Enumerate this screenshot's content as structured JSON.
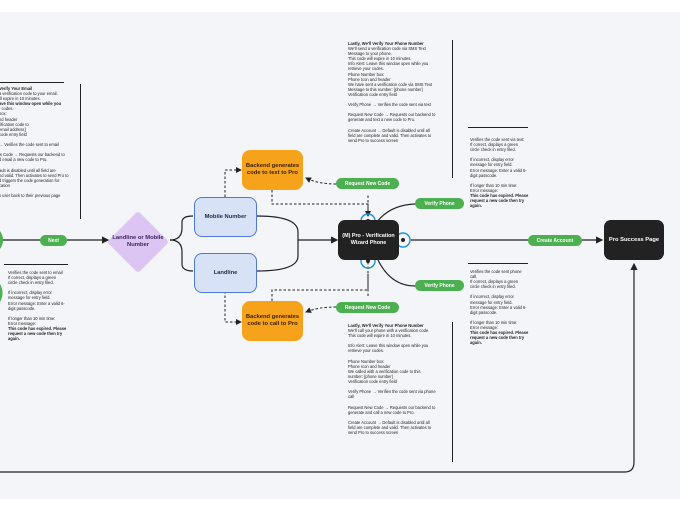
{
  "notes": {
    "left_top": [
      {
        "t": "Verify Your Email",
        "b": true
      },
      {
        "t": "a verification code to your email.",
        "b": false
      },
      {
        "t": "ill expire in 10 minutes.",
        "b": false
      },
      {
        "t": "ave this window open while you",
        "b": true
      },
      {
        "t": "r codes.",
        "b": false
      },
      {
        "t": "box:",
        "b": false
      },
      {
        "t": "nd header",
        "b": false
      },
      {
        "t": "rification code to",
        "b": false
      },
      {
        "t": "email address]",
        "b": false
      },
      {
        "t": "code entry field",
        "b": false
      },
      {
        "t": "",
        "b": false
      },
      {
        "t": "→ Verifies the code sent to email",
        "b": false
      },
      {
        "t": "",
        "b": false
      },
      {
        "t": "w Code → Requests our backend to",
        "b": false
      },
      {
        "t": "d email a new code to Pro.",
        "b": false
      },
      {
        "t": "",
        "b": false
      },
      {
        "t": "ault is disabled until all field are",
        "b": false
      },
      {
        "t": "nd valid. Then activates to send Pro to",
        "b": false
      },
      {
        "t": "d triggers the code generation for",
        "b": false
      },
      {
        "t": "cation",
        "b": false
      },
      {
        "t": "",
        "b": false
      },
      {
        "t": "s user back to their previous page",
        "b": false
      }
    ],
    "left_bottom": [
      {
        "t": "Verifies the code sent to email",
        "b": false
      },
      {
        "t": "If correct, displays a green",
        "b": false
      },
      {
        "t": "circle check in entry filed.",
        "b": false
      },
      {
        "t": "",
        "b": false
      },
      {
        "t": "If incorrect, display error",
        "b": false
      },
      {
        "t": "message for entry field.",
        "b": false
      },
      {
        "t": "Error message: Enter a valid 6-",
        "b": false
      },
      {
        "t": "digit passcode.",
        "b": false
      },
      {
        "t": "",
        "b": false
      },
      {
        "t": "If longer than 10 min time:",
        "b": false
      },
      {
        "t": "Error message:",
        "b": false
      },
      {
        "t": "This code has expired. Please",
        "b": true
      },
      {
        "t": "request a new code then try",
        "b": true
      },
      {
        "t": "again.",
        "b": true
      }
    ],
    "top_center": [
      {
        "t": "Lastly, We'll Verify Your Phone Number",
        "b": true
      },
      {
        "t": "We'll send a verification code via SMS Text",
        "b": false
      },
      {
        "t": "Message to your phone.",
        "b": false
      },
      {
        "t": "This code will expire in 10 minutes.",
        "b": false
      },
      {
        "t": "Info Alert: Leave this window open while you",
        "b": false
      },
      {
        "t": "retrieve your codes.",
        "b": false
      },
      {
        "t": "Phone Number box:",
        "b": false
      },
      {
        "t": "Phone Icon and header",
        "b": false
      },
      {
        "t": "We have sent a verification code via SMS Text",
        "b": false
      },
      {
        "t": "Message to this number: [phone number]",
        "b": false
      },
      {
        "t": "Verification code entry field",
        "b": false
      },
      {
        "t": "",
        "b": false
      },
      {
        "t": "Verify Phone → Verifies the code sent via text",
        "b": false
      },
      {
        "t": "",
        "b": false
      },
      {
        "t": "Request New Code → Requests our backend to",
        "b": false
      },
      {
        "t": "generate and text a new code to Pro.",
        "b": false
      },
      {
        "t": "",
        "b": false
      },
      {
        "t": "Create Account → Default is disabled until all",
        "b": false
      },
      {
        "t": "field are complete and valid. Then activates to",
        "b": false
      },
      {
        "t": "send Pro to success screen",
        "b": false
      }
    ],
    "right_top": [
      {
        "t": "Verifies the code sent via text:",
        "b": false
      },
      {
        "t": "If correct, displays a green",
        "b": false
      },
      {
        "t": "circle check in entry filed.",
        "b": false
      },
      {
        "t": "",
        "b": false
      },
      {
        "t": "If incorrect, display error",
        "b": false
      },
      {
        "t": "message for entry field.",
        "b": false
      },
      {
        "t": "Error message: Enter a valid 6-",
        "b": false
      },
      {
        "t": "digit passcode.",
        "b": false
      },
      {
        "t": "",
        "b": false
      },
      {
        "t": "If longer than 10 min time:",
        "b": false
      },
      {
        "t": "Error message:",
        "b": false
      },
      {
        "t": "This code has expired. Please",
        "b": true
      },
      {
        "t": "request a new code then try",
        "b": true
      },
      {
        "t": "again.",
        "b": true
      }
    ],
    "right_bottom": [
      {
        "t": "Verifies the code sent phone",
        "b": false
      },
      {
        "t": "call.",
        "b": false
      },
      {
        "t": "If correct, displays a green",
        "b": false
      },
      {
        "t": "circle check in entry filed.",
        "b": false
      },
      {
        "t": "",
        "b": false
      },
      {
        "t": "If incorrect, display error",
        "b": false
      },
      {
        "t": "message for entry field.",
        "b": false
      },
      {
        "t": "Error message: Enter a valid 6-",
        "b": false
      },
      {
        "t": "digit passcode.",
        "b": false
      },
      {
        "t": "",
        "b": false
      },
      {
        "t": "If longer than 10 min time:",
        "b": false
      },
      {
        "t": "Error message:",
        "b": false
      },
      {
        "t": "This code has expired. Please",
        "b": true
      },
      {
        "t": "request a new code then try",
        "b": true
      },
      {
        "t": "again.",
        "b": true
      }
    ],
    "bottom_center": [
      {
        "t": "Lastly, We'll Verify Your Phone Number",
        "b": true
      },
      {
        "t": "We'll call your phone with a verification code.",
        "b": false
      },
      {
        "t": "This code will expire in 10 minutes.",
        "b": false
      },
      {
        "t": "",
        "b": false
      },
      {
        "t": "Info Alert: Leave this window open while you",
        "b": false
      },
      {
        "t": "retrieve your codes.",
        "b": false
      },
      {
        "t": "",
        "b": false
      },
      {
        "t": "Phone Number box:",
        "b": false
      },
      {
        "t": "Phone Icon and header",
        "b": false
      },
      {
        "t": "We called with a verification code to this",
        "b": false
      },
      {
        "t": "number: [phone number]",
        "b": false
      },
      {
        "t": "Verification code entry field",
        "b": false
      },
      {
        "t": "",
        "b": false
      },
      {
        "t": "Verify Phone → Verifies the code sent via phone",
        "b": false
      },
      {
        "t": "call",
        "b": false
      },
      {
        "t": "",
        "b": false
      },
      {
        "t": "Request New Code → Requests our backend to",
        "b": false
      },
      {
        "t": "generate and call a new code to Pro.",
        "b": false
      },
      {
        "t": "",
        "b": false
      },
      {
        "t": "Create Account → Default is disabled until all",
        "b": false
      },
      {
        "t": "field are complete and valid. Then activates to",
        "b": false
      },
      {
        "t": "send Pro to success screen",
        "b": false
      }
    ]
  },
  "nodes": {
    "decision": "Landline or Mobile Number",
    "mobile": "Mobile Number",
    "landline": "Landline",
    "backend_text": "Backend generates  code to text to Pro",
    "backend_call": "Backend generates  code to call to Pro",
    "wizard": "(M) Pro - Verification Wizard Phone",
    "success": "Pro Success Page"
  },
  "buttons": {
    "next": "Next",
    "request_new_top": "Request New Code",
    "request_new_bottom": "Request New Code",
    "verify_top": "Verify Phone",
    "verify_bottom": "Verify Phone",
    "create_account": "Create Account"
  },
  "colors": {
    "button_green": "#4caf50",
    "node_blue": "#d7e2f6",
    "node_orange": "#f7a21b",
    "node_dark": "#222222",
    "decision_purple": "#dcc5f3",
    "connector_ring": "#1e8fd6"
  }
}
